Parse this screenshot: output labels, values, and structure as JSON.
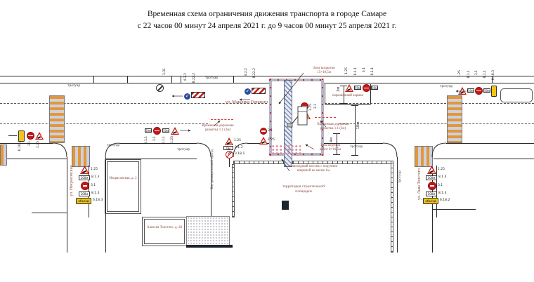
{
  "title": {
    "line1": "Временная схема ограничения движения транспорта в городе Самаре",
    "line2": "с 22 часов 00 минут 24 апреля 2021 г. до 9 часов 00 минут 25 апреля 2021 г."
  },
  "streets": {
    "gorky": "ул. Максима Горького",
    "nekrasov": "ул. Некрасовская",
    "tolstoy": "ул. Льва Толстого"
  },
  "buildings": {
    "b1": "Некрасовская, д. 2",
    "b2": "Алексея Толстого, д. 28"
  },
  "labels": {
    "sidewalk": "тротуар",
    "opening1": "Зона вскрытия",
    "opening2": "15×10,5м",
    "parking": "парковочный карман",
    "marking1": "Временная дорожная",
    "marking2": "разметка 1.1 (3м)",
    "work1": "Зона ведения",
    "work2": "работ 8×16,5м",
    "bridge1": "пешеходный мостик с поручнем",
    "bridge2": "шириной не менее 1м",
    "site1": "территория строительной",
    "site2": "площадки",
    "driveway": "Внутриквартальный проезд"
  },
  "dims": {
    "d10": "10м",
    "d4": "4м",
    "d3": "3м"
  },
  "plates": {
    "m50": "50м",
    "m100": "100м",
    "m0": "0м"
  },
  "signs": {
    "s125": "1.25",
    "s31": "3.1",
    "s331": "3.31",
    "s422": "4.2.2",
    "s8222": "8.22.2",
    "s811": "8.1.1",
    "s813": "8.1.3",
    "s814": "8.1.4",
    "s3181": "3.18.1",
    "s6182": "6.18.2",
    "s6183": "6.18.3",
    "detour": "объезд"
  },
  "colors": {
    "sign_red": "#c81717",
    "detour_yellow": "#f0c419",
    "zebra_orange": "#e2973a",
    "annotation": "#8a4a3c"
  }
}
